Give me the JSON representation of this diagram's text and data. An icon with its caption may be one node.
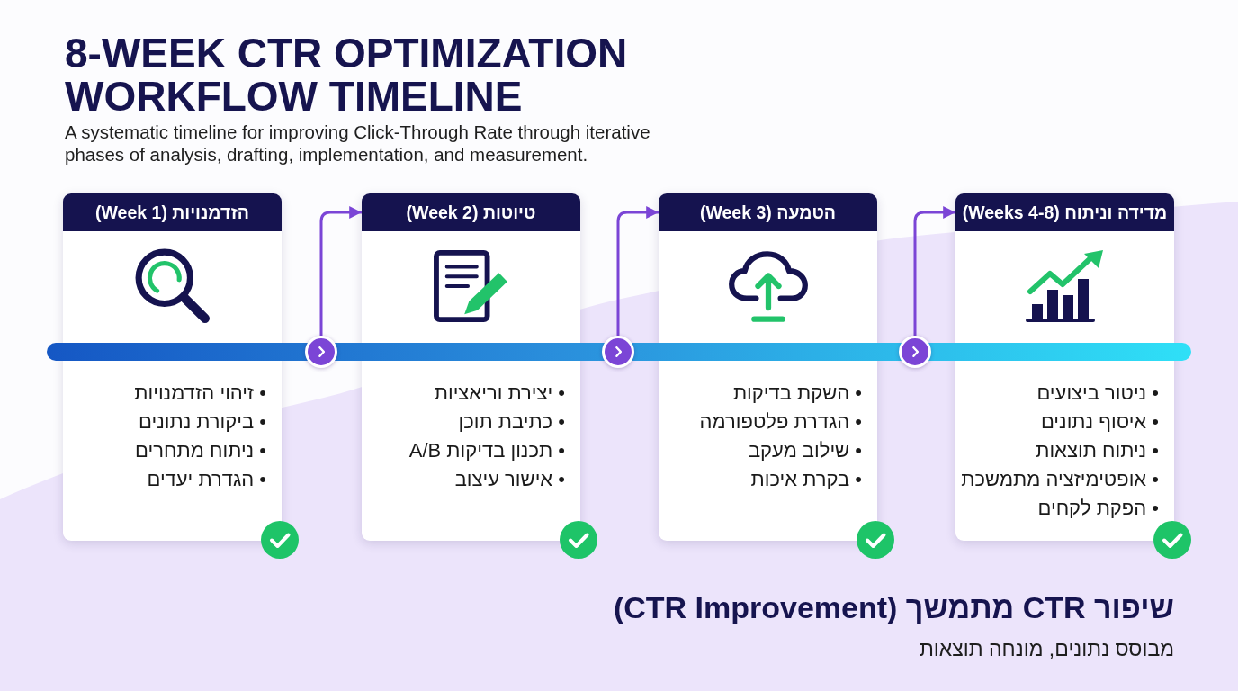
{
  "diagram": {
    "title": "8-WEEK CTR OPTIMIZATION WORKFLOW TIMELINE",
    "nodes": [
      {
        "text": [
          "הזדמנויות (Week 1)",
          "• זיהוי הזדמנויות",
          "• ביקורת נתונים",
          "• ניתוח מתחרים",
          "• הגדרת יעדים"
        ]
      },
      {
        "text": [],
        "shape": "circle"
      },
      {
        "text": [
          "טיוטות (Week 2)",
          "• יצירת וריאציות",
          "• כתיבת תוכן",
          "• תכנון בדיקות A/B",
          "• אישור עיצוב"
        ]
      },
      {
        "text": [],
        "shape": "circle"
      },
      {
        "text": [
          "הטמעה (Week 3)",
          "• השקת בדיקות",
          "• הגדרת פלטפורמה",
          "• שילוב מעקב",
          "• בקרת איכות"
        ]
      },
      {
        "text": [],
        "shape": "circle"
      },
      {
        "text": [
          "מדידה וניתוח (Weeks 4-8)",
          "• ניטור ביצועים",
          "• איסוף נתונים",
          "• ניתוח תוצאות",
          "• אופטימיזציה מתמשכת",
          "• הפקת לקחים"
        ]
      }
    ],
    "edges": [
      {
        "from": 1,
        "to": 2,
        "arrow": "to"
      },
      {
        "from": 3,
        "to": 4,
        "arrow": "to"
      },
      {
        "from": 5,
        "to": 6,
        "arrow": "to"
      }
    ],
    "labels": [
      "A systematic timeline for improving Click-Through Rate through iterative phases of analysis, drafting, implementation, and measurement.",
      "שיפור CTR מתמשך (CTR Improvement)",
      "מבוסס נתונים, מונחה תוצאות"
    ]
  }
}
